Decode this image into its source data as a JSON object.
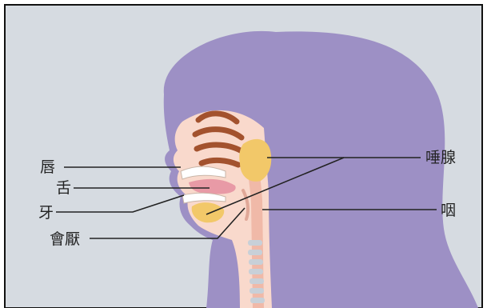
{
  "diagram": {
    "colors": {
      "frame": "#111111",
      "background": "#d6dbe1",
      "silhouette": "#9d90c5",
      "skin": "#f9d9cc",
      "skin_shadow": "#f0b9a8",
      "turbinate": "#a3522e",
      "gland": "#f2c869",
      "tongue": "#e89aa6",
      "teeth": "#ffffff",
      "trachea": "#c8d0d8",
      "leader": "#222222"
    },
    "labels": {
      "lips": "唇",
      "tongue": "舌",
      "teeth": "牙",
      "epiglottis": "會厭",
      "salivary_gland": "唾腺",
      "pharynx": "咽"
    }
  }
}
